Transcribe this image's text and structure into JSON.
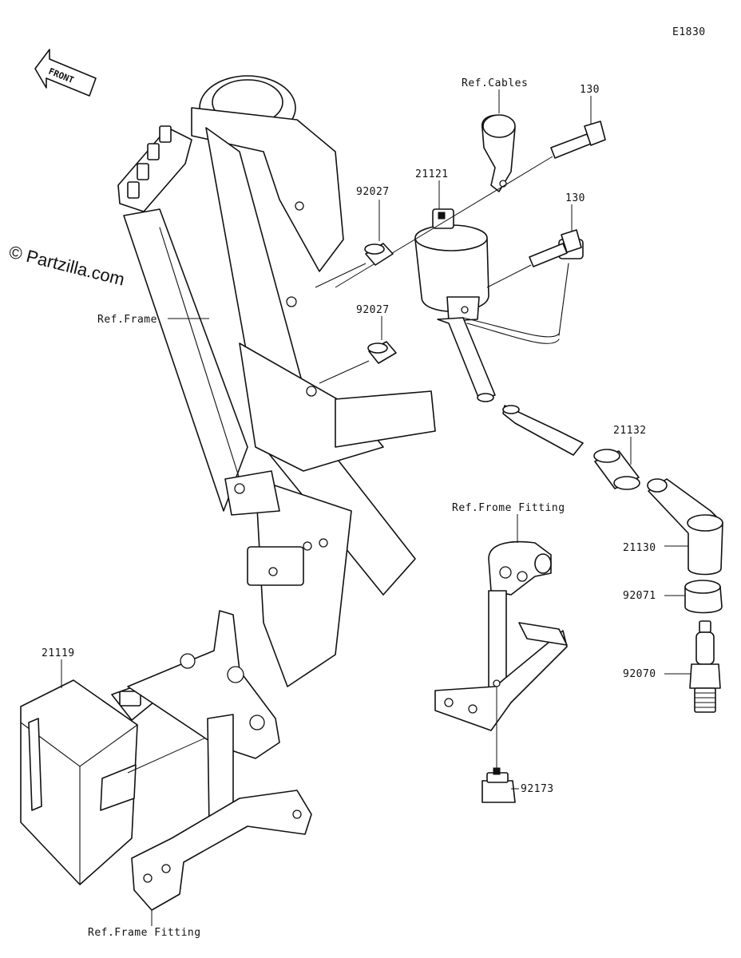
{
  "diagram_code": "E1830",
  "watermark": "© Partzilla.com",
  "front_label": "FRONT",
  "labels": {
    "ref_cables": "Ref.Cables",
    "bolt_upper": "130",
    "bolt_lower": "130",
    "coil": "21121",
    "collar_upper": "92027",
    "collar_lower": "92027",
    "ref_frame": "Ref.Frame",
    "cap_seal": "21132",
    "plug_cap": "21130",
    "cap_ring": "92071",
    "spark_plug": "92070",
    "ref_frame_fitting_top": "Ref.Frome Fitting",
    "clip_nut": "92173",
    "cdi_unit": "21119",
    "ref_frame_fitting_bottom": "Ref.Frame Fitting"
  }
}
